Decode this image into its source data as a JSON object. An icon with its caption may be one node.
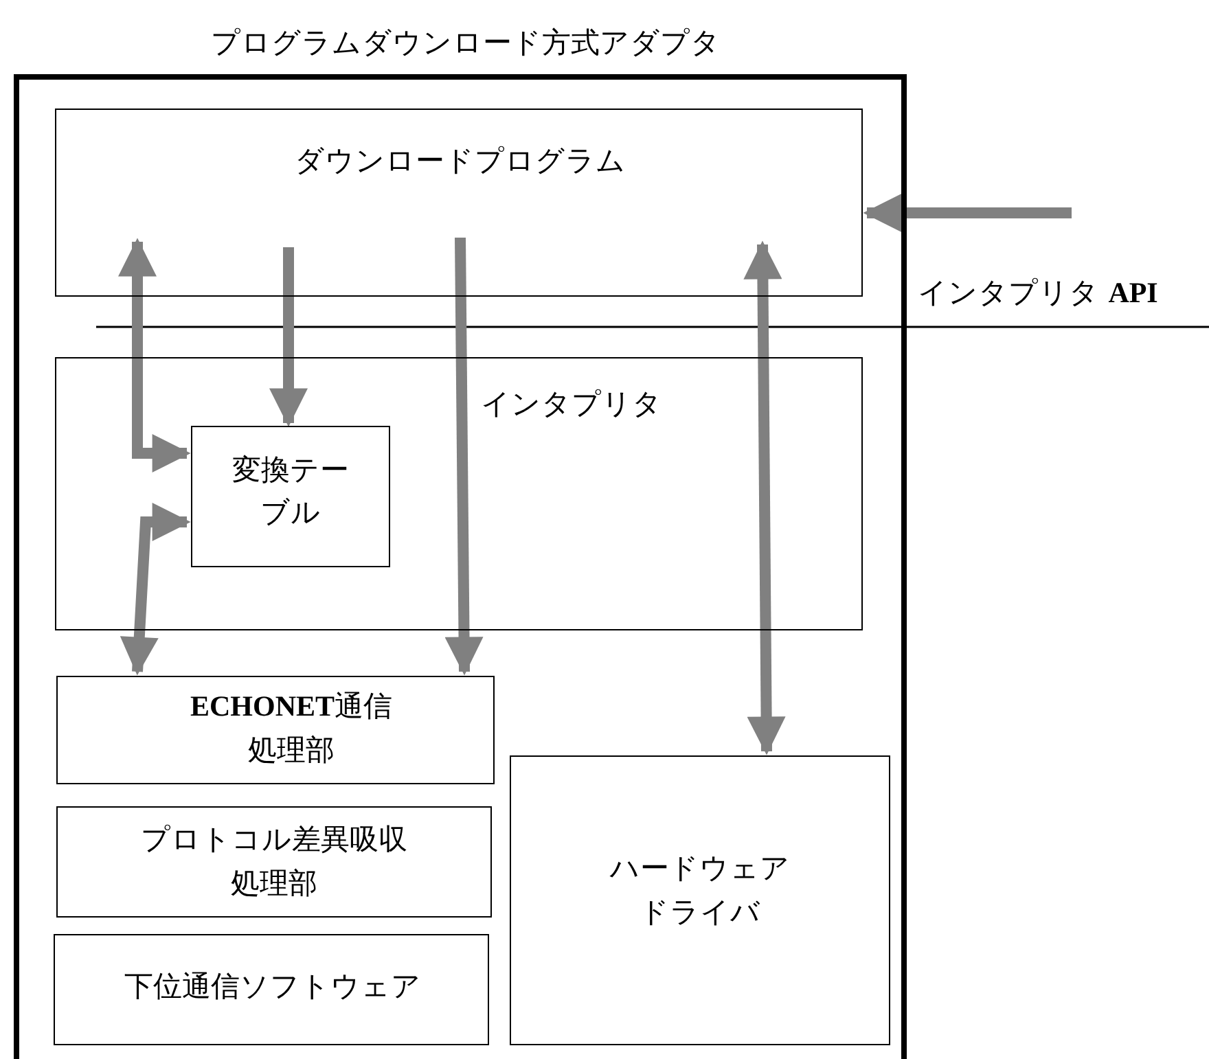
{
  "diagram": {
    "nodes": [
      {
        "text": [
          "プログラムダウンロード方式アダプタ"
        ]
      },
      {
        "text": [
          "ダウンロードプログラム"
        ],
        "in": 0
      },
      {
        "text": [
          "インタプリタ"
        ],
        "in": 0
      },
      {
        "text": [
          "変換テーブル"
        ],
        "in": 2
      },
      {
        "text": [
          "**ECHONET**通信処理部"
        ],
        "in": 0
      },
      {
        "text": [
          "プロトコル差異吸収処理部"
        ],
        "in": 0
      },
      {
        "text": [
          "下位通信ソフトウェア"
        ],
        "in": 0
      },
      {
        "text": [
          "ハードウェアドライバ"
        ],
        "in": 0
      }
    ],
    "edges": [
      {
        "from": 1,
        "to": 3,
        "arrow": "both"
      },
      {
        "from": 1,
        "to": 3,
        "arrow": "to"
      },
      {
        "from": 3,
        "to": 4,
        "arrow": "both"
      },
      {
        "from": 1,
        "to": 4,
        "arrow": "to"
      },
      {
        "from": 1,
        "to": 7,
        "arrow": "both"
      },
      {
        "from": null,
        "to": 1,
        "arrow": "to"
      }
    ],
    "labels": [
      "インタプリタ **API**"
    ]
  }
}
